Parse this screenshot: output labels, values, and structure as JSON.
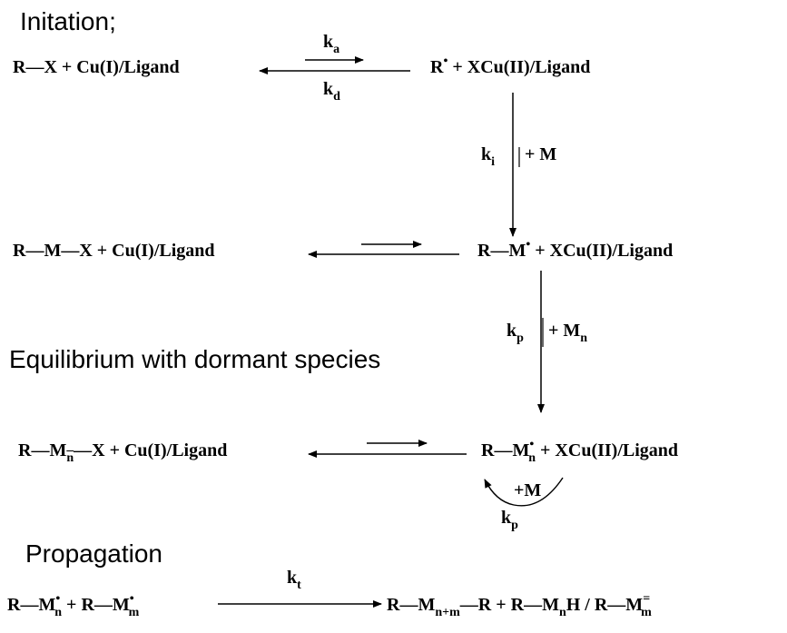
{
  "headings": {
    "initiation": "Initation;",
    "equilibrium": "Equilibrium with dormant species",
    "propagation": "Propagation"
  },
  "row1": {
    "left": "R—X + Cu(I)/Ligand",
    "right_main": "R",
    "right_dot": "•",
    "right_rest": " + XCu(II)/Ligand",
    "ka_main": "k",
    "ka_sub": "a",
    "kd_main": "k",
    "kd_sub": "d"
  },
  "step_i": {
    "k_main": "k",
    "k_sub": "i",
    "reagent": "+ M"
  },
  "row2": {
    "left": "R—M—X + Cu(I)/Ligand",
    "right_main": "R—M",
    "right_dot": "•",
    "right_rest": " + XCu(II)/Ligand"
  },
  "step_p": {
    "k_main": "k",
    "k_sub": "p",
    "reagent_main": "+ M",
    "reagent_sub": "n"
  },
  "row3": {
    "left_a": "R—M",
    "left_sub": "n",
    "left_b": "—X + Cu(I)/Ligand",
    "right_a": "R—M",
    "right_sup": "•",
    "right_sub": "n",
    "right_rest": " + XCu(II)/Ligand",
    "loop_reagent": "+M",
    "loop_k_main": "k",
    "loop_k_sub": "p"
  },
  "row4": {
    "l1_a": "R—M",
    "l1_sup": "•",
    "l1_sub": "n",
    "plus": " + ",
    "l2_a": "R—M",
    "l2_sup": "•",
    "l2_sub": "m",
    "kt_main": "k",
    "kt_sub": "t",
    "p1_a": "R—M",
    "p1_sub": "n+m",
    "p1_b": "—R",
    "p_plus": " + ",
    "p2_a": "R—M",
    "p2_sub": "n",
    "p2_b": "H / R—M",
    "p2_sub2": "m",
    "p2_sup2": "="
  }
}
